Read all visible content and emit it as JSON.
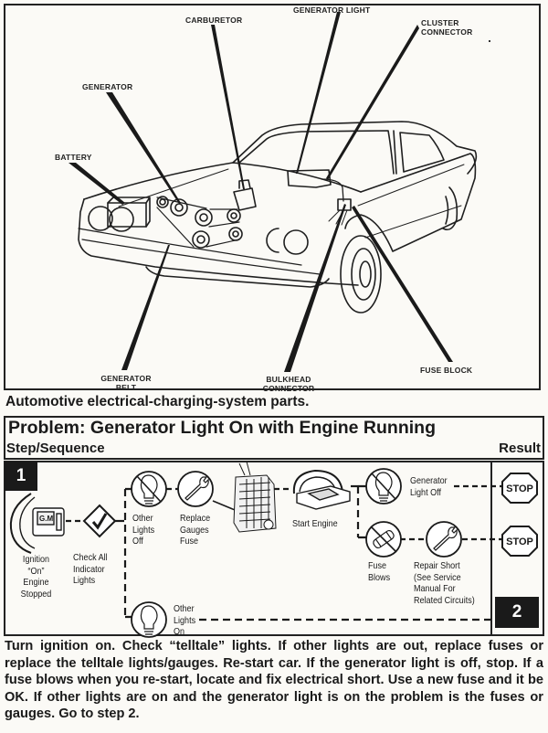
{
  "diagram": {
    "callouts": {
      "carburetor": "CARBURETOR",
      "generator_light": "GENERATOR LIGHT",
      "cluster_connector": [
        "CLUSTER",
        "CONNECTOR"
      ],
      "generator": "GENERATOR",
      "battery": "BATTERY",
      "generator_belt": [
        "GENERATOR",
        "BELT"
      ],
      "bulkhead_connector": [
        "BULKHEAD",
        "CONNECTOR"
      ],
      "fuse_block": "FUSE BLOCK"
    },
    "caption": "Automotive electrical-charging-system parts."
  },
  "problem": {
    "title": "Problem: Generator Light On with Engine Running",
    "step_header": "Step/Sequence",
    "result_header": "Result"
  },
  "flow": {
    "step_number": "1",
    "next_step": "2",
    "nodes": {
      "ignition": [
        "Ignition",
        "“On”",
        "Engine",
        "Stopped"
      ],
      "ignition_badge": "G.M",
      "check_lights": [
        "Check All",
        "Indicator",
        "Lights"
      ],
      "other_lights_off": [
        "Other",
        "Lights",
        "Off"
      ],
      "replace_gauges": [
        "Replace",
        "Gauges",
        "Fuse"
      ],
      "start_engine": "Start Engine",
      "generator_light_off": [
        "Generator",
        "Light Off"
      ],
      "fuse_blows": [
        "Fuse",
        "Blows"
      ],
      "repair_short": [
        "Repair Short",
        "(See Service",
        "Manual For",
        "Related Circuits)"
      ],
      "other_lights_on": [
        "Other",
        "Lights",
        "On"
      ]
    },
    "results": {
      "stop_1": "STOP",
      "stop_2": "STOP"
    },
    "icons": {
      "ignition": "ignition-switch-icon",
      "check": "checkmark-diamond-icon",
      "bulb_crossed": "bulb-crossed-icon",
      "wrench": "wrench-icon",
      "fuse_panel": "fuse-panel-icon",
      "start_engine": "ignition-start-icon",
      "fuse_crossed": "fuse-crossed-icon",
      "bulb": "bulb-icon",
      "stop": "stop-sign-icon"
    }
  },
  "body_text": "Turn ignition on. Check “telltale” lights. If other lights are out, replace fuses or replace the telltale lights/gauges. Re-start car. If the generator light is off, stop. If a fuse blows when you re-start, locate and fix electrical short. Use a new fuse and it be OK. If other lights are on and the generator light is on the problem is the fuses or gauges. Go to step 2."
}
